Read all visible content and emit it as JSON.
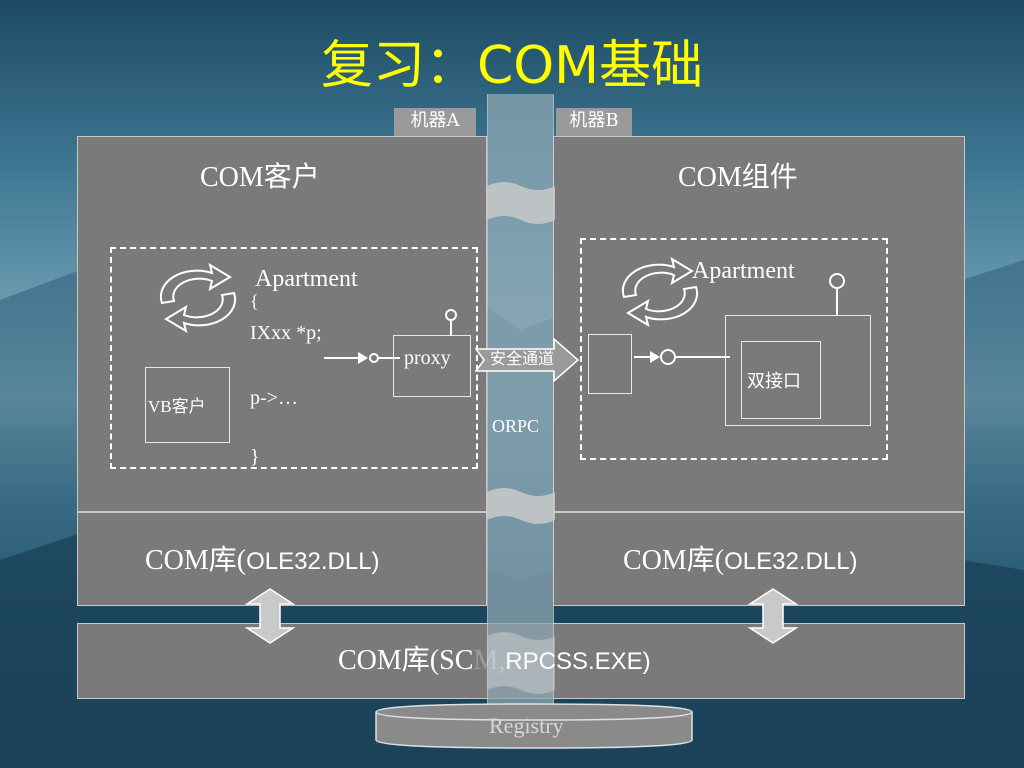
{
  "title": "复习：COM基础",
  "machine_a": "机器A",
  "machine_b": "机器B",
  "left": {
    "heading": "COM客户",
    "apartment": "Apartment",
    "code": [
      "{",
      "IXxx *p;",
      "p->…",
      "}"
    ],
    "vb_client": "VB客户",
    "proxy": "proxy",
    "lib_prefix": "COM库(",
    "lib_name": "OLE32.DLL)"
  },
  "right": {
    "heading": "COM组件",
    "apartment": "Apartment",
    "dual_interface": "双接口",
    "lib_prefix": "COM库(",
    "lib_name": "OLE32.DLL)"
  },
  "channel": {
    "secure": "安全通道",
    "orpc": "ORPC"
  },
  "scm": {
    "prefix": "COM库(SC",
    "middle": "M,",
    "suffix": "RPCSS.EXE)"
  },
  "registry": "Registry"
}
